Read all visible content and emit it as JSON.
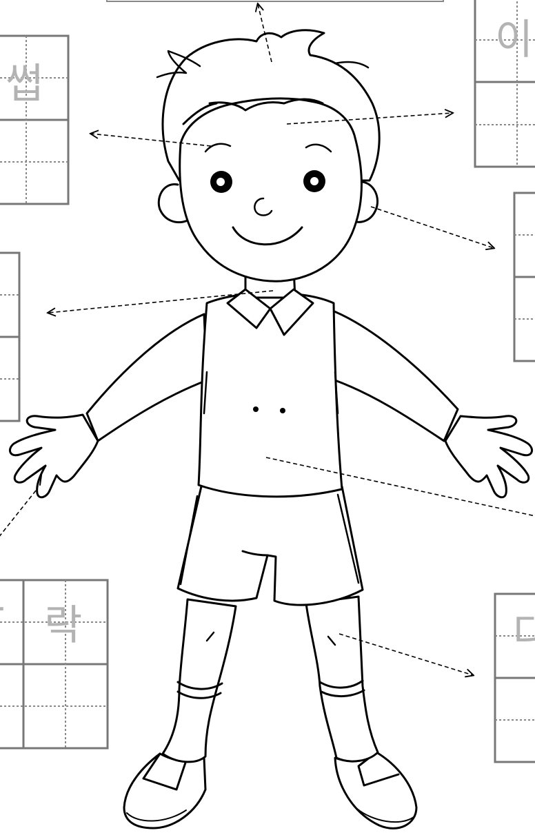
{
  "worksheet": {
    "boxes": [
      {
        "id": "eyebrow",
        "hint": "썹"
      },
      {
        "id": "forehead",
        "hint": "이"
      },
      {
        "id": "ear",
        "hint": ""
      },
      {
        "id": "neck",
        "hint": ""
      },
      {
        "id": "finger",
        "hint": "락"
      },
      {
        "id": "stomach",
        "hint": ""
      },
      {
        "id": "knee",
        "hint": "다"
      }
    ]
  },
  "colors": {
    "line": "#000000",
    "grid": "#777777",
    "hint": "#b3b3b3",
    "background": "#ffffff"
  }
}
